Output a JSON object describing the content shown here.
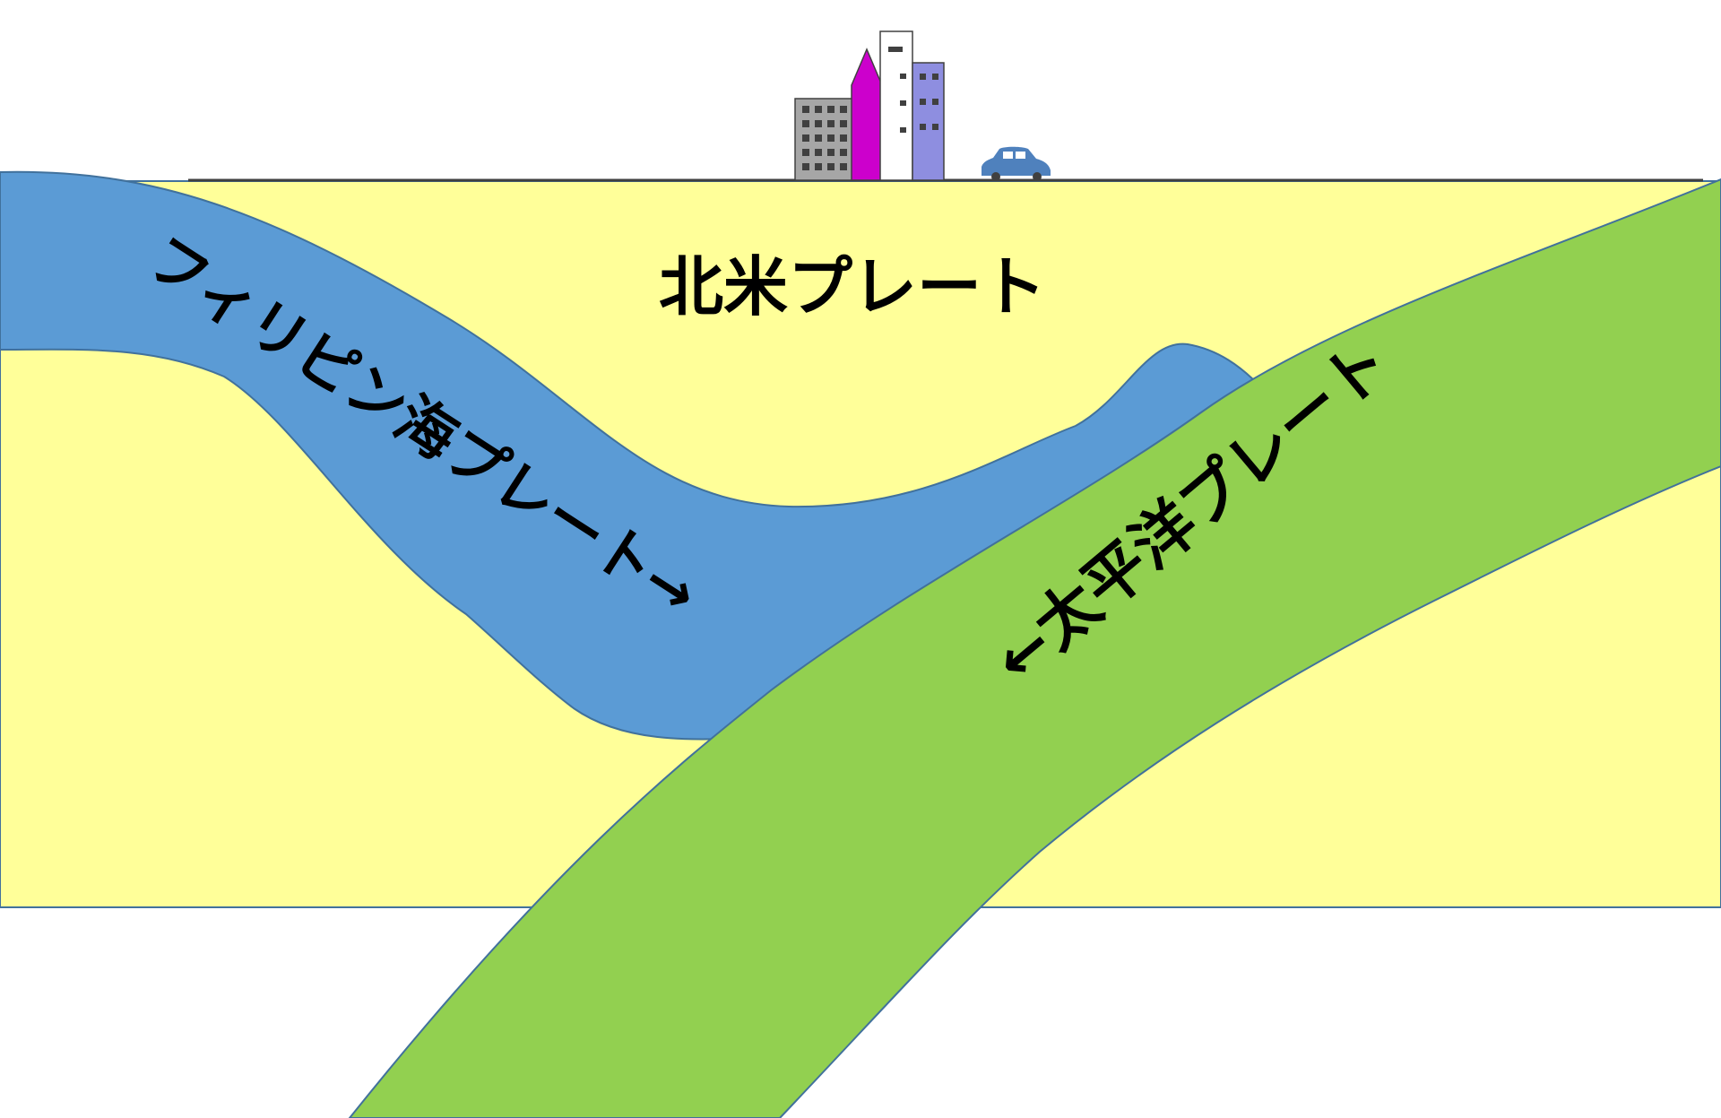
{
  "labels": {
    "north_american_plate": "北米プレート",
    "philippine_sea_plate": "フィリピン海プレート→",
    "pacific_plate": "←太平洋プレート"
  },
  "colors": {
    "north_american_plate": "#ffff99",
    "philippine_sea_plate": "#5b9bd5",
    "pacific_plate": "#92d050",
    "outline": "#41719c",
    "ground_line": "#404040",
    "building_gray": "#a6a6a6",
    "building_magenta": "#cc00cc",
    "building_white": "#ffffff",
    "building_lavender": "#8e8ee0",
    "car": "#4f81bd"
  },
  "icons": {
    "city": "city-buildings-icon",
    "car": "car-icon"
  }
}
